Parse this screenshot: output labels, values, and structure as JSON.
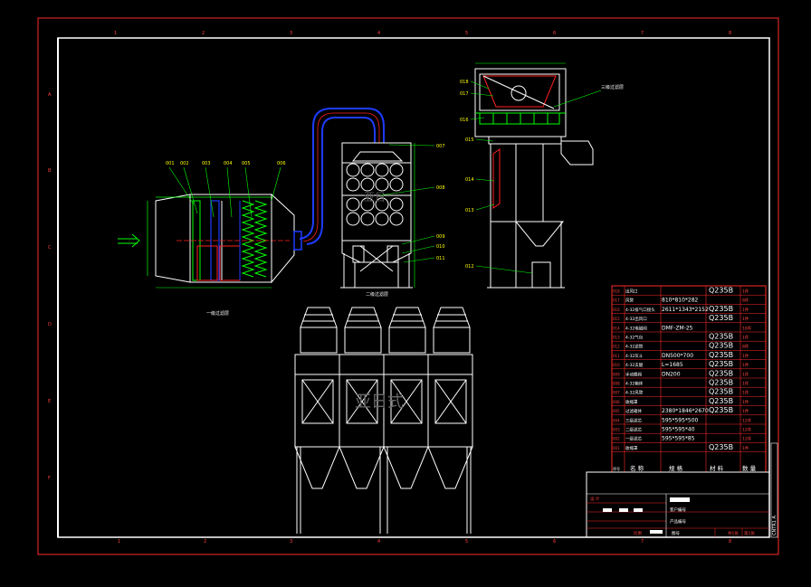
{
  "drawing": {
    "stage1_label": "一级过滤层",
    "stage2_label": "二级过滤层",
    "stage3_label": "三级过滤层",
    "watermark": "亚日式",
    "ruler_numbers_top": [
      "1",
      "2",
      "3",
      "4",
      "5",
      "6",
      "7",
      "8"
    ],
    "ruler_numbers_bottom": [
      "1",
      "2",
      "3",
      "4",
      "5",
      "6",
      "7",
      "8"
    ],
    "side_letters": [
      "A",
      "B",
      "C",
      "D",
      "E",
      "F"
    ]
  },
  "callouts": {
    "c001": "001",
    "c002": "002",
    "c003": "003",
    "c004": "004",
    "c005": "005",
    "c006": "006",
    "c007": "007",
    "c008": "008",
    "c009": "009",
    "c010": "010",
    "c011": "011",
    "c012": "012",
    "c013": "013",
    "c014": "014",
    "c015": "015",
    "c016": "016",
    "c017": "017",
    "c018": "018"
  },
  "bom": {
    "rows": [
      {
        "no": "018",
        "name": "出风口",
        "spec": "",
        "material": "Q235B",
        "qty": "1件"
      },
      {
        "no": "017",
        "name": "风管",
        "spec": "810*810*282",
        "material": "",
        "qty": "8件"
      },
      {
        "no": "016",
        "name": "4-32排气口接头",
        "spec": "2611*1343*2152",
        "material": "Q235B",
        "qty": "1件"
      },
      {
        "no": "015",
        "name": "4-32出风口",
        "spec": "",
        "material": "Q235B",
        "qty": "1件"
      },
      {
        "no": "014",
        "name": "4-32电磁阀",
        "spec": "DMF-ZM-25",
        "material": "",
        "qty": "16件"
      },
      {
        "no": "013",
        "name": "4-32气包",
        "spec": "",
        "material": "Q235B",
        "qty": "1件"
      },
      {
        "no": "012",
        "name": "4-32滤筒",
        "spec": "",
        "material": "Q235B",
        "qty": "8件"
      },
      {
        "no": "011",
        "name": "4-32灰斗",
        "spec": "DN500*700",
        "material": "Q235B",
        "qty": "1件"
      },
      {
        "no": "010",
        "name": "4-32支腿",
        "spec": "L=1685",
        "material": "Q235B",
        "qty": "1件"
      },
      {
        "no": "009",
        "name": "手动蝶阀",
        "spec": "DN200",
        "material": "Q235B",
        "qty": "1件"
      },
      {
        "no": "008",
        "name": "4-32箱体",
        "spec": "",
        "material": "Q235B",
        "qty": "1件"
      },
      {
        "no": "007",
        "name": "4-32风管",
        "spec": "",
        "material": "Q235B",
        "qty": "1件"
      },
      {
        "no": "006",
        "name": "收缩罩",
        "spec": "",
        "material": "Q235B",
        "qty": "1件"
      },
      {
        "no": "005",
        "name": "过滤箱体",
        "spec": "2380*1846*2670",
        "material": "Q235B",
        "qty": "1件"
      },
      {
        "no": "004",
        "name": "三级滤芯",
        "spec": "595*595*500",
        "material": "",
        "qty": "12件"
      },
      {
        "no": "003",
        "name": "二级滤芯",
        "spec": "595*595*40",
        "material": "",
        "qty": "12件"
      },
      {
        "no": "002",
        "name": "一级滤芯",
        "spec": "595*595*85",
        "material": "",
        "qty": "12件"
      },
      {
        "no": "001",
        "name": "收缩罩",
        "spec": "",
        "material": "Q235B",
        "qty": "1件"
      }
    ],
    "header": {
      "no": "序号",
      "name": "名 称",
      "spec": "规 格",
      "material": "材 料",
      "qty": "数 量"
    }
  },
  "title_block": {
    "designer_label": "设 计",
    "customer_label": "客户编号",
    "product_label": "产品编号",
    "drawing_no_label": "图号",
    "scale_label": "比例",
    "sheet_label": "共1张",
    "sheet_no": "第1张",
    "vertical_code": "CNTR1 A"
  },
  "colors": {
    "background": "#000000",
    "frame": "#ffffff",
    "outer_border": "#ff2a2a",
    "table_lines": "#ff2a2a",
    "drawing_lines": "#ffffff",
    "dimension": "#ffff00",
    "leader": "#00ff00",
    "duct_blue": "#1e3cff",
    "duct_red": "#ff2020",
    "accent_green": "#00ff00"
  }
}
